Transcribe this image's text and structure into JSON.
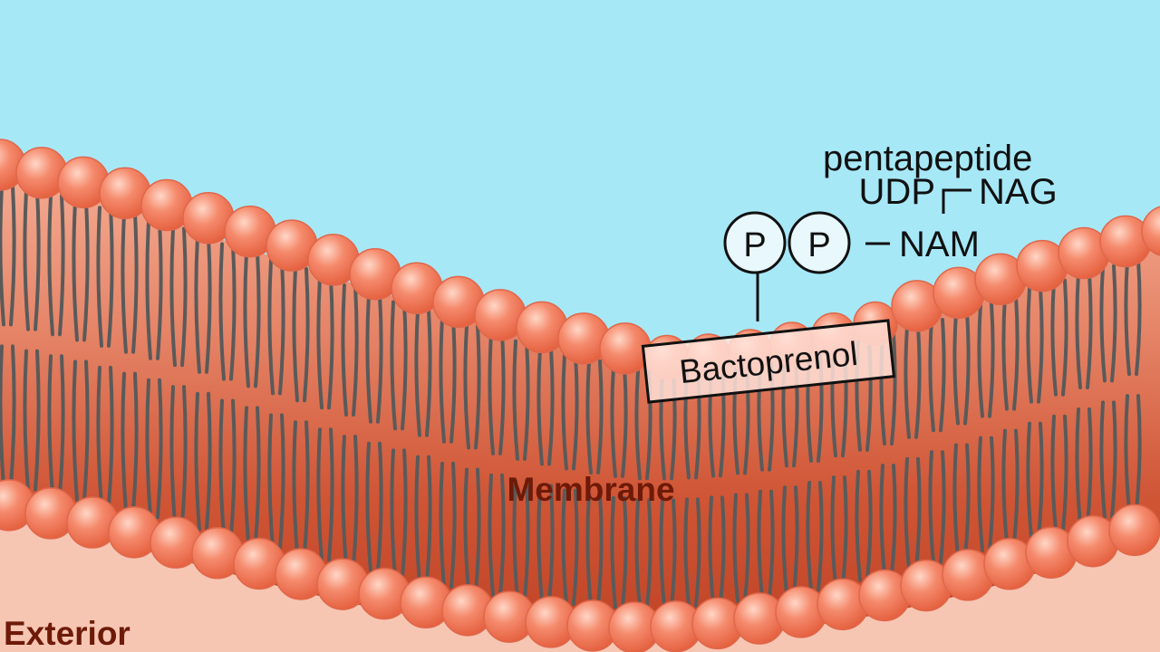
{
  "labels": {
    "pentapeptide": "pentapeptide",
    "udp": "UDP",
    "nag": "NAG",
    "nam": "NAM",
    "phosphate_1": "P",
    "phosphate_2": "P",
    "bactoprenol": "Bactoprenol",
    "membrane": "Membrane",
    "exterior": "Exterior"
  },
  "colors": {
    "sky": "#a7e8f7",
    "exterior": "#f6c4b0",
    "membrane_core": "#c94a2e",
    "membrane_edge": "#e79175",
    "head": "#f07a5c",
    "tail": "#555555",
    "membrane_text": "#6e1a08"
  }
}
